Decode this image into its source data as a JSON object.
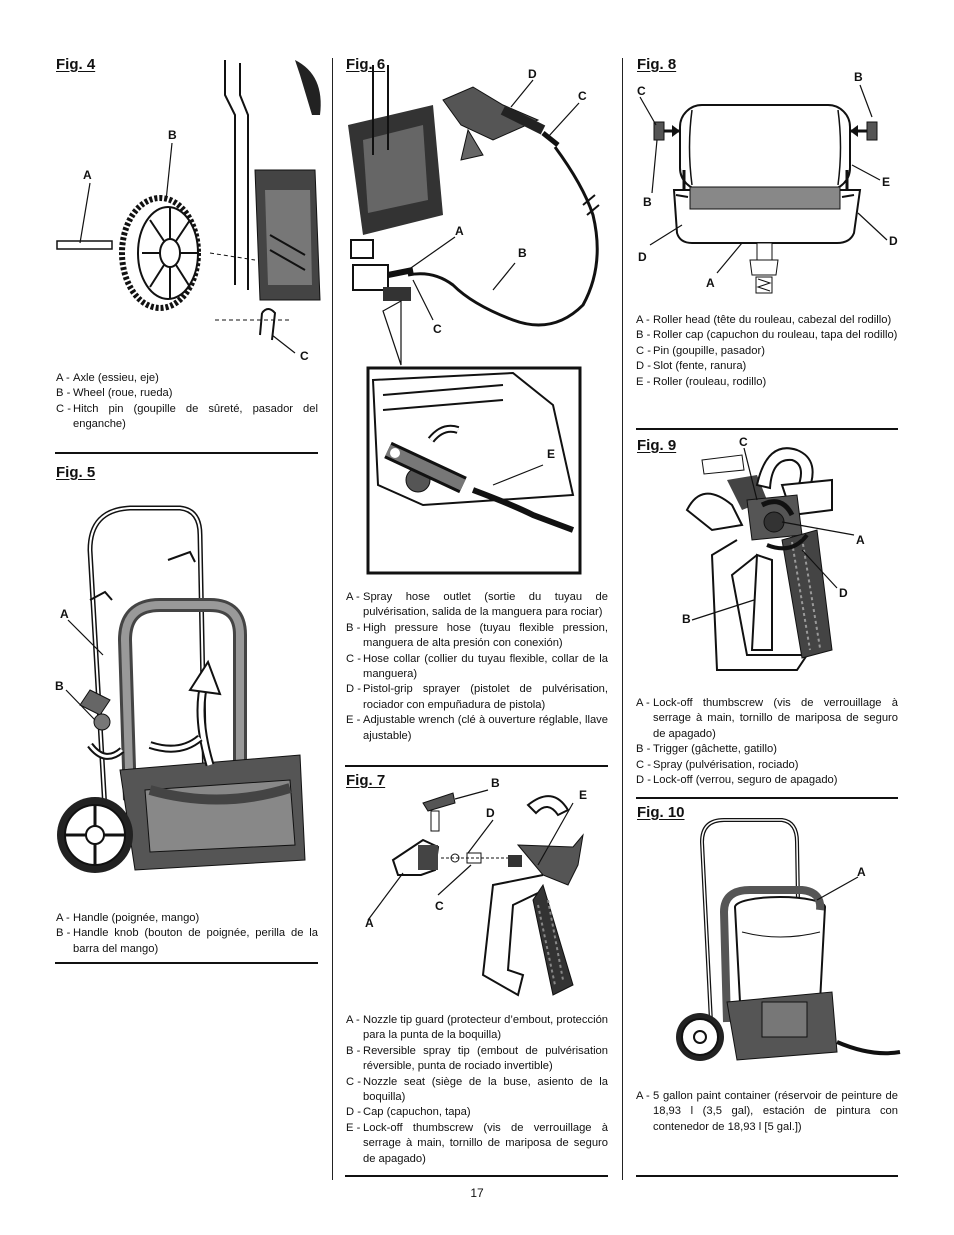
{
  "page_number": "17",
  "figures": {
    "fig4": {
      "title": "Fig. 4",
      "callouts": {
        "a": "A",
        "b": "B",
        "c": "C"
      },
      "legend": [
        {
          "key": "A -",
          "text": "Axle (essieu, eje)"
        },
        {
          "key": "B -",
          "text": "Wheel (roue, rueda)"
        },
        {
          "key": "C -",
          "text": "Hitch pin (goupille de sûreté, pasador del enganche)"
        }
      ]
    },
    "fig5": {
      "title": "Fig. 5",
      "callouts": {
        "a": "A",
        "b": "B"
      },
      "legend": [
        {
          "key": "A -",
          "text": "Handle (poignée, mango)"
        },
        {
          "key": "B -",
          "text": "Handle knob (bouton de poignée, perilla de la barra del mango)"
        }
      ]
    },
    "fig6": {
      "title": "Fig. 6",
      "callouts": {
        "a": "A",
        "b": "B",
        "c1": "C",
        "c2": "C",
        "d": "D",
        "e": "E"
      },
      "legend": [
        {
          "key": "A -",
          "text": "Spray hose outlet (sortie du tuyau de pulvérisation, salida de la manguera para rociar)"
        },
        {
          "key": "B -",
          "text": "High pressure hose (tuyau flexible pression, manguera de alta presión con conexión)"
        },
        {
          "key": "C -",
          "text": "Hose collar (collier du tuyau flexible, collar de la manguera)"
        },
        {
          "key": "D -",
          "text": "Pistol-grip sprayer (pistolet de pulvérisation, rociador con empuñadura de pistola)"
        },
        {
          "key": "E -",
          "text": "Adjustable wrench (clé à ouverture réglable, llave ajustable)"
        }
      ]
    },
    "fig7": {
      "title": "Fig. 7",
      "callouts": {
        "a": "A",
        "b": "B",
        "c": "C",
        "d": "D",
        "e": "E"
      },
      "legend": [
        {
          "key": "A -",
          "text": "Nozzle tip guard (protecteur d’embout, protección para la punta de la boquilla)"
        },
        {
          "key": "B -",
          "text": "Reversible spray tip (embout de pulvérisation réversible, punta de rociado invertible)"
        },
        {
          "key": "C -",
          "text": "Nozzle seat (siège de la buse, asiento de la boquilla)"
        },
        {
          "key": "D -",
          "text": "Cap (capuchon, tapa)"
        },
        {
          "key": "E -",
          "text": "Lock-off thumbscrew (vis de verrouillage à serrage à main, tornillo de mariposa de seguro de apagado)"
        }
      ]
    },
    "fig8": {
      "title": "Fig. 8",
      "callouts": {
        "a": "A",
        "b1": "B",
        "b2": "B",
        "c": "C",
        "d1": "D",
        "d2": "D",
        "e": "E"
      },
      "legend": [
        {
          "key": "A -",
          "text": "Roller head (tête du rouleau, cabezal del rodillo)"
        },
        {
          "key": "B -",
          "text": "Roller cap (capuchon du rouleau, tapa del rodillo)"
        },
        {
          "key": "C -",
          "text": "Pin (goupille, pasador)"
        },
        {
          "key": "D -",
          "text": "Slot (fente, ranura)"
        },
        {
          "key": "E -",
          "text": "Roller (rouleau, rodillo)"
        }
      ]
    },
    "fig9": {
      "title": "Fig. 9",
      "callouts": {
        "a": "A",
        "b": "B",
        "c": "C",
        "d": "D"
      },
      "legend": [
        {
          "key": "A -",
          "text": "Lock-off thumbscrew (vis de verrouillage à serrage à main, tornillo de mariposa de seguro de apagado)"
        },
        {
          "key": "B -",
          "text": "Trigger (gâchette, gatillo)"
        },
        {
          "key": "C -",
          "text": "Spray (pulvérisation, rociado)"
        },
        {
          "key": "D -",
          "text": "Lock-off (verrou, seguro de apagado)"
        }
      ]
    },
    "fig10": {
      "title": "Fig. 10",
      "callouts": {
        "a": "A"
      },
      "legend": [
        {
          "key": "A -",
          "text": "5 gallon paint container (réservoir de peinture de 18,93 l (3,5 gal), estación de pintura con contenedor de 18,93 l [5 gal.])"
        }
      ]
    }
  }
}
